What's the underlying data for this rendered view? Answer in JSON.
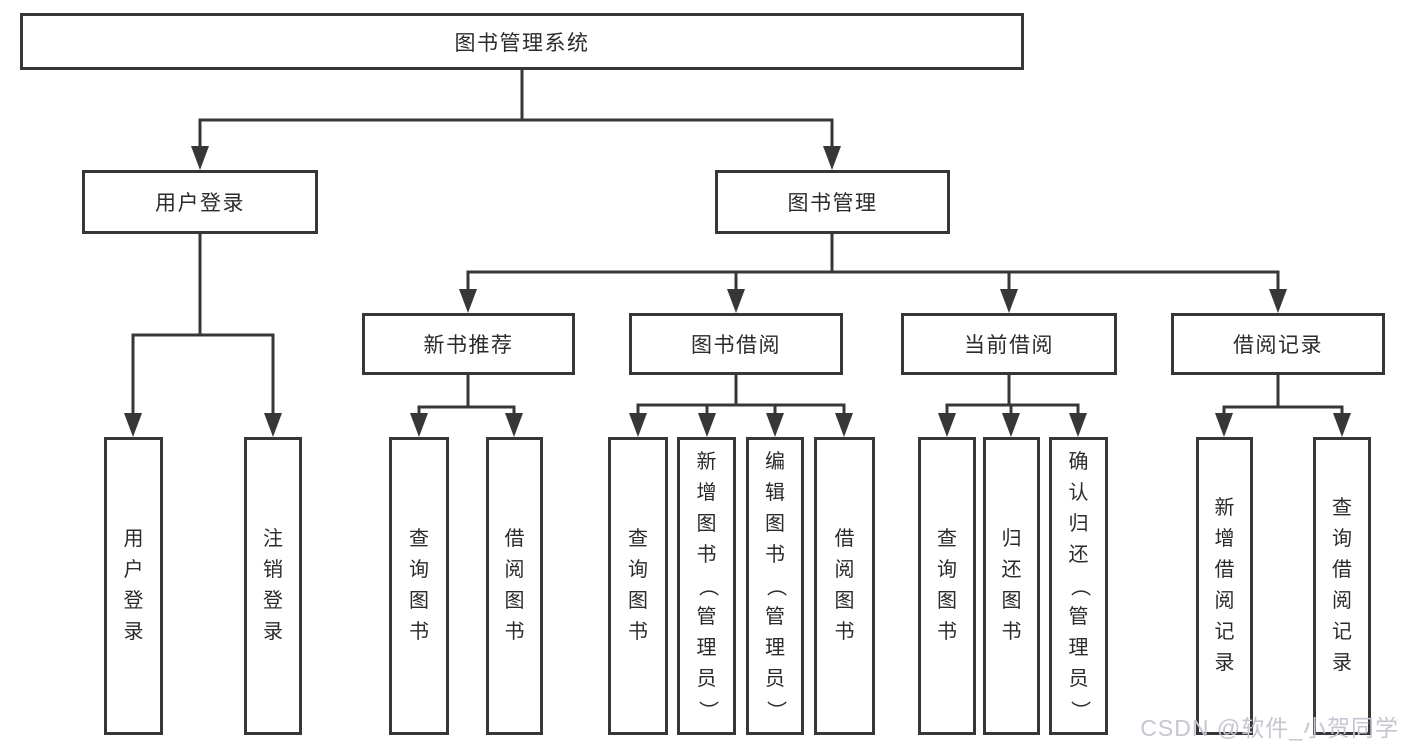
{
  "diagram": {
    "root": {
      "label": "图书管理系统"
    },
    "branches": [
      {
        "label": "用户登录",
        "children": [
          {
            "label": "用户登录"
          },
          {
            "label": "注销登录"
          }
        ]
      },
      {
        "label": "图书管理",
        "children": [
          {
            "label": "新书推荐",
            "children": [
              {
                "label": "查询图书"
              },
              {
                "label": "借阅图书"
              }
            ]
          },
          {
            "label": "图书借阅",
            "children": [
              {
                "label": "查询图书"
              },
              {
                "label": "新增图书（管理员）"
              },
              {
                "label": "编辑图书（管理员）"
              },
              {
                "label": "借阅图书"
              }
            ]
          },
          {
            "label": "当前借阅",
            "children": [
              {
                "label": "查询图书"
              },
              {
                "label": "归还图书"
              },
              {
                "label": "确认归还（管理员）"
              }
            ]
          },
          {
            "label": "借阅记录",
            "children": [
              {
                "label": "新增借阅记录"
              },
              {
                "label": "查询借阅记录"
              }
            ]
          }
        ]
      }
    ],
    "watermark": "CSDN @软件_小贺同学",
    "colors": {
      "line": "#373737",
      "text": "#2b2b2b",
      "box_background": "#ffffff",
      "watermark": "#c6c6d2"
    }
  }
}
